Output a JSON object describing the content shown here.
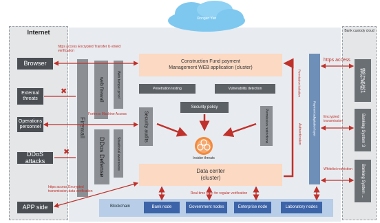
{
  "internet": {
    "title": "Internet"
  },
  "left_items": {
    "browser": "Browser",
    "external_threats": "External threats",
    "operations_personnel": "Operations personnel",
    "ddos_attacks": "DDoS attacks",
    "app_side": "APP side"
  },
  "annotations": {
    "https_top": "https access Encrypted Transfer U-shield verification",
    "fortress": "Fortress Machine Access",
    "https_bottom": "https access Encrypted transmission data verification",
    "realtime_sync": "Real-time sync for regular verification",
    "https_access_right": "https access",
    "encrypted_transmission": "Encrypted transmission",
    "whitelist": "Whitelist restriction",
    "permission_isolation": "Permission isolation",
    "authentication": "Authentication"
  },
  "cloud": {
    "label": "Xiongan Yun"
  },
  "center": {
    "firewall": "Firewall",
    "web_firewall": "web firewall",
    "web_tamper_proof": "Web tamper proof",
    "ddos_defense": "DDos Defense",
    "situational_awareness": "Situational awareness",
    "app_line1": "Construction Fund payment",
    "app_line2": "Management WEB application (cluster)",
    "penetration_testing": "Penetration testing",
    "vulnerability_detection": "Vulnerability detection",
    "security_policy": "Security policy",
    "security_audits": "Security audits",
    "permission_restrictions": "Permission restrictions",
    "insider_threats": "Insider threats",
    "data_center_line1": "Data center",
    "data_center_line2": "(cluster)",
    "payment_adaptation_layer": "Payment adaptation layer"
  },
  "blockchain": {
    "label": "Blockchain",
    "nodes": [
      "Bank node",
      "Government nodes",
      "Enterprise node",
      "Laboratory nodes"
    ]
  },
  "bank_cloud": {
    "title": "Bank custody cloud",
    "system1": "银行系统1",
    "system3": "Banking System 3",
    "system_n": "Banking System ..."
  }
}
